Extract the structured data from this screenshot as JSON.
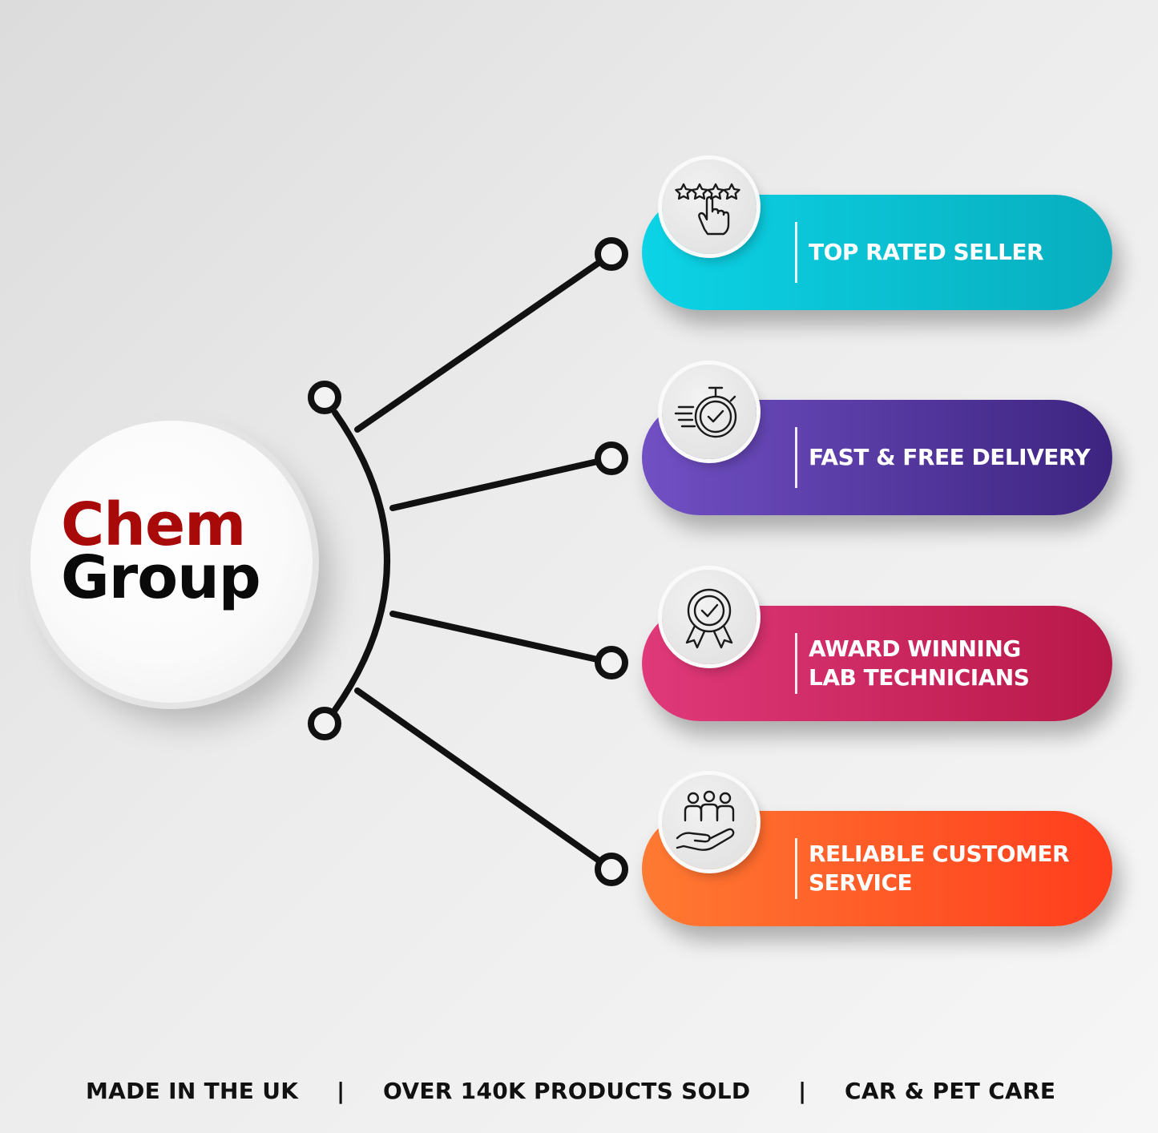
{
  "logo": {
    "line1": "Chem",
    "line2": "Group"
  },
  "features": [
    {
      "lines": [
        "TOP RATED SELLER"
      ],
      "icon": "star-rating-hand-icon",
      "color_start": "#0cd3e6",
      "color_end": "#08aebe"
    },
    {
      "lines": [
        "FAST & FREE DELIVERY"
      ],
      "icon": "stopwatch-check-icon",
      "color_start": "#7150c4",
      "color_end": "#3d2480"
    },
    {
      "lines": [
        "AWARD WINNING",
        "LAB TECHNICIANS"
      ],
      "icon": "award-badge-icon",
      "color_start": "#e0397a",
      "color_end": "#b81848"
    },
    {
      "lines": [
        "RELIABLE CUSTOMER",
        "SERVICE"
      ],
      "icon": "customer-care-hand-icon",
      "color_start": "#ff7a32",
      "color_end": "#ff3d1d"
    }
  ],
  "footer": {
    "item1": "MADE IN THE UK",
    "sep1": "|",
    "item2": "OVER 140K PRODUCTS SOLD",
    "sep2": "|",
    "item3": "CAR & PET CARE"
  },
  "colors": {
    "logo_red": "#a80a0a",
    "logo_black": "#0a0a0a",
    "connector": "#111111"
  }
}
